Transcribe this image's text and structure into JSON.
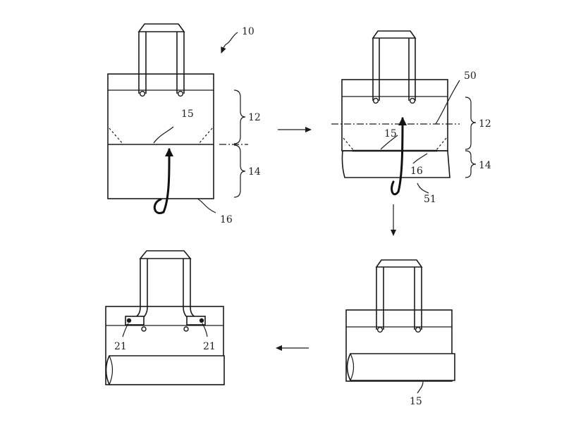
{
  "labels": {
    "ref_10": "10",
    "ref_12_a": "12",
    "ref_14_a": "14",
    "ref_15_a": "15",
    "ref_16_a": "16",
    "ref_50": "50",
    "ref_12_b": "12",
    "ref_14_b": "14",
    "ref_15_b": "15",
    "ref_16_b": "16",
    "ref_51": "51",
    "ref_15_c": "15",
    "ref_21_left": "21",
    "ref_21_right": "21"
  }
}
